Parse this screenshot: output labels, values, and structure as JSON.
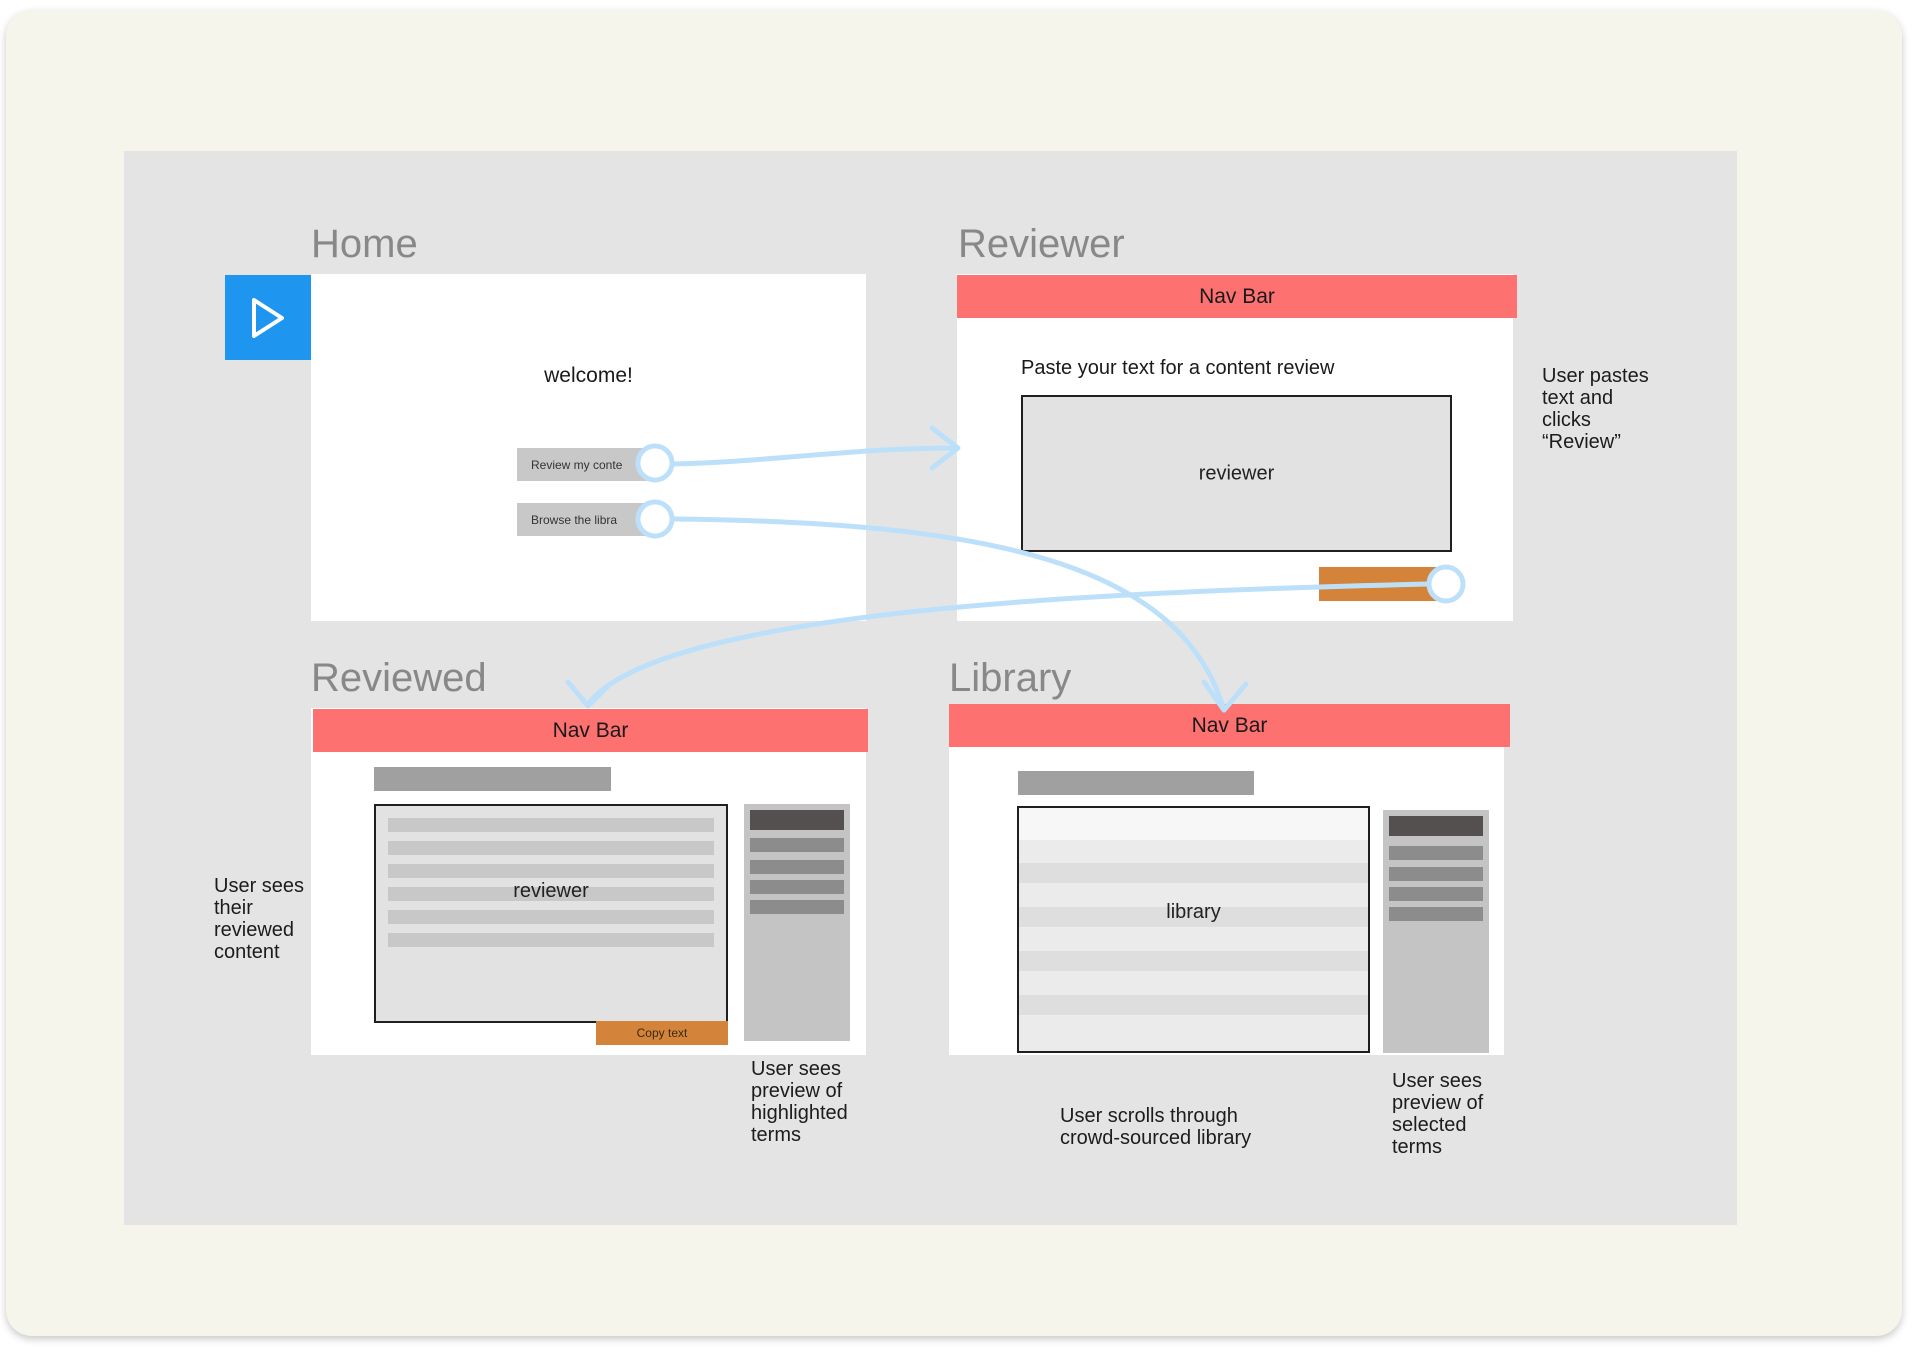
{
  "frames": {
    "home": {
      "title": "Home",
      "welcome": "welcome!",
      "review_button": "Review my conte",
      "browse_button": "Browse the libra"
    },
    "reviewer": {
      "title": "Reviewer",
      "nav_bar": "Nav Bar",
      "prompt": "Paste your text for a content review",
      "textbox_label": "reviewer"
    },
    "reviewed": {
      "title": "Reviewed",
      "nav_bar": "Nav Bar",
      "textbox_label": "reviewer",
      "copy_button": "Copy text"
    },
    "library": {
      "title": "Library",
      "nav_bar": "Nav Bar",
      "list_label": "library"
    }
  },
  "notes": {
    "reviewer_note": "User pastes\ntext and\nclicks\n“Review”",
    "reviewed_note": "User sees\ntheir\nreviewed\ncontent",
    "highlight_note": "User sees\npreview of\nhighlighted\nterms",
    "library_note": "User scrolls through\ncrowd-sourced library",
    "selected_note": "User sees\npreview of\nselected\nterms"
  },
  "icons": {
    "start": "play-icon"
  },
  "colors": {
    "nav_bar": "#fd7171",
    "accent_button": "#d4843a",
    "start_tile": "#1e96f0",
    "connector": "#bde0fa"
  }
}
